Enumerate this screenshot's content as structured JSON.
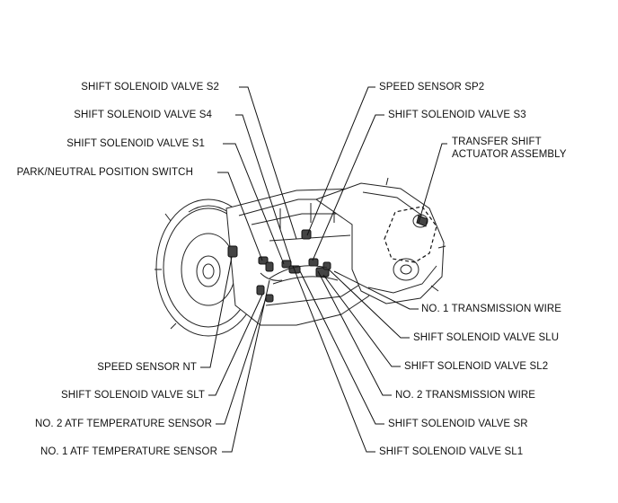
{
  "labels_left": {
    "s2": "SHIFT SOLENOID VALVE S2",
    "s4": "SHIFT SOLENOID VALVE S4",
    "s1": "SHIFT SOLENOID VALVE S1",
    "pnp": "PARK/NEUTRAL POSITION SWITCH",
    "nt": "SPEED SENSOR NT",
    "slt": "SHIFT SOLENOID VALVE SLT",
    "atf2": "NO. 2 ATF TEMPERATURE SENSOR",
    "atf1": "NO. 1 ATF TEMPERATURE SENSOR"
  },
  "labels_right": {
    "sp2": "SPEED SENSOR SP2",
    "s3": "SHIFT SOLENOID VALVE S3",
    "transfer_line1": "TRANSFER SHIFT",
    "transfer_line2": "ACTUATOR ASSEMBLY",
    "wire1": "NO. 1 TRANSMISSION WIRE",
    "slu": "SHIFT SOLENOID VALVE SLU",
    "sl2": "SHIFT SOLENOID VALVE SL2",
    "wire2": "NO. 2 TRANSMISSION WIRE",
    "sr": "SHIFT SOLENOID VALVE SR",
    "sl1": "SHIFT SOLENOID VALVE SL1"
  },
  "colors": {
    "ink": "#111111",
    "background": "#ffffff"
  }
}
